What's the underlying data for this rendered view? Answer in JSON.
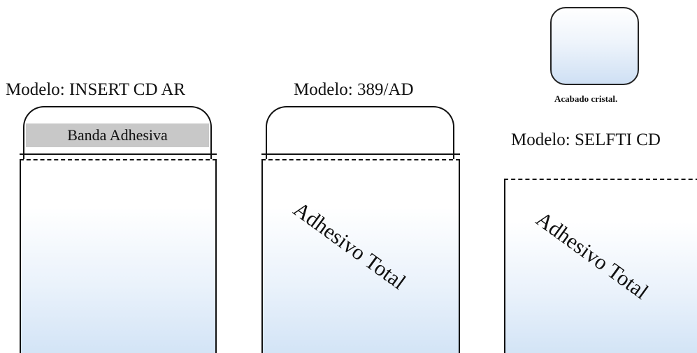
{
  "models": [
    {
      "title": "Modelo: INSERT CD AR",
      "band_label": "Banda Adhesiva"
    },
    {
      "title": "Modelo: 389/AD",
      "diagonal_label": "Adhesivo Total"
    },
    {
      "title": "Modelo: SELFTI CD",
      "diagonal_label": "Adhesivo Total"
    }
  ],
  "finish_swatch": {
    "label": "Acabado cristal."
  }
}
